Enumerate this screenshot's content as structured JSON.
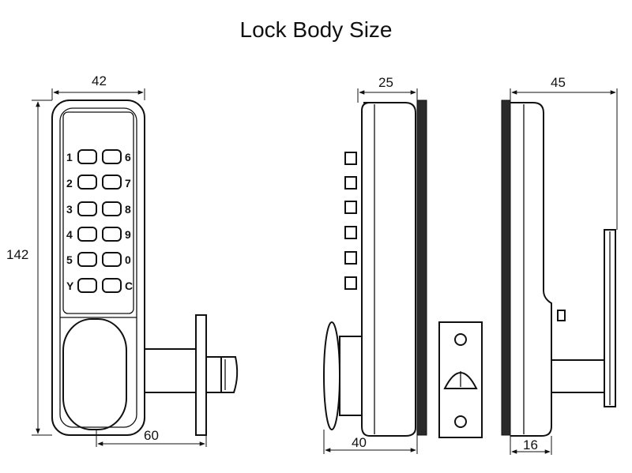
{
  "title": "Lock Body Size",
  "dimensions": {
    "front_width": "42",
    "front_height": "142",
    "front_depth": "60",
    "side_top": "25",
    "side_bottom": "40",
    "back_top": "45",
    "back_bottom": "16"
  },
  "keypad": {
    "left": [
      "1",
      "2",
      "3",
      "4",
      "5",
      "Y"
    ],
    "right": [
      "6",
      "7",
      "8",
      "9",
      "0",
      "C"
    ]
  }
}
